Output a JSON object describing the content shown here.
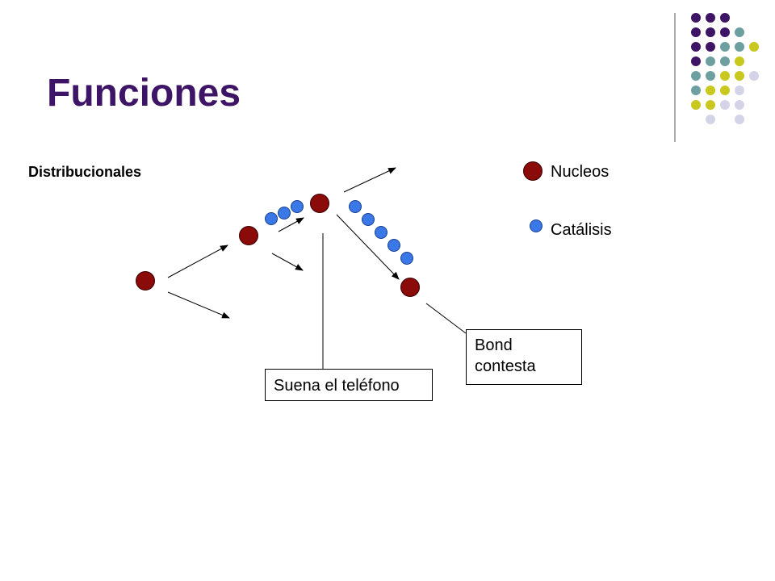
{
  "slide": {
    "title": "Funciones",
    "subtitle": "Distribucionales"
  },
  "legend": {
    "nucleos_label": "Nucleos",
    "catalisis_label": "Catálisis"
  },
  "callouts": {
    "phone": "Suena el teléfono",
    "bond": "Bond contesta"
  },
  "colors": {
    "title": "#3d1466",
    "nucleo": "#8b0a0a",
    "catalisis": "#3b78e7",
    "deco_purple": "#3d1466",
    "deco_teal": "#6e9fa0",
    "deco_yellow": "#c8c81e",
    "deco_lavender": "#d4d4e8"
  },
  "decoration": {
    "dot_grid": [
      [
        "purple",
        "purple",
        "purple",
        null,
        null
      ],
      [
        "purple",
        "purple",
        "purple",
        "teal",
        null
      ],
      [
        "purple",
        "purple",
        "teal",
        "teal",
        "yellow"
      ],
      [
        "purple",
        "teal",
        "teal",
        "yellow",
        null
      ],
      [
        "teal",
        "teal",
        "yellow",
        "yellow",
        "lavender"
      ],
      [
        "teal",
        "yellow",
        "yellow",
        "lavender",
        null
      ],
      [
        "yellow",
        "yellow",
        "lavender",
        "lavender",
        null
      ],
      [
        null,
        "lavender",
        null,
        "lavender",
        null
      ]
    ]
  }
}
